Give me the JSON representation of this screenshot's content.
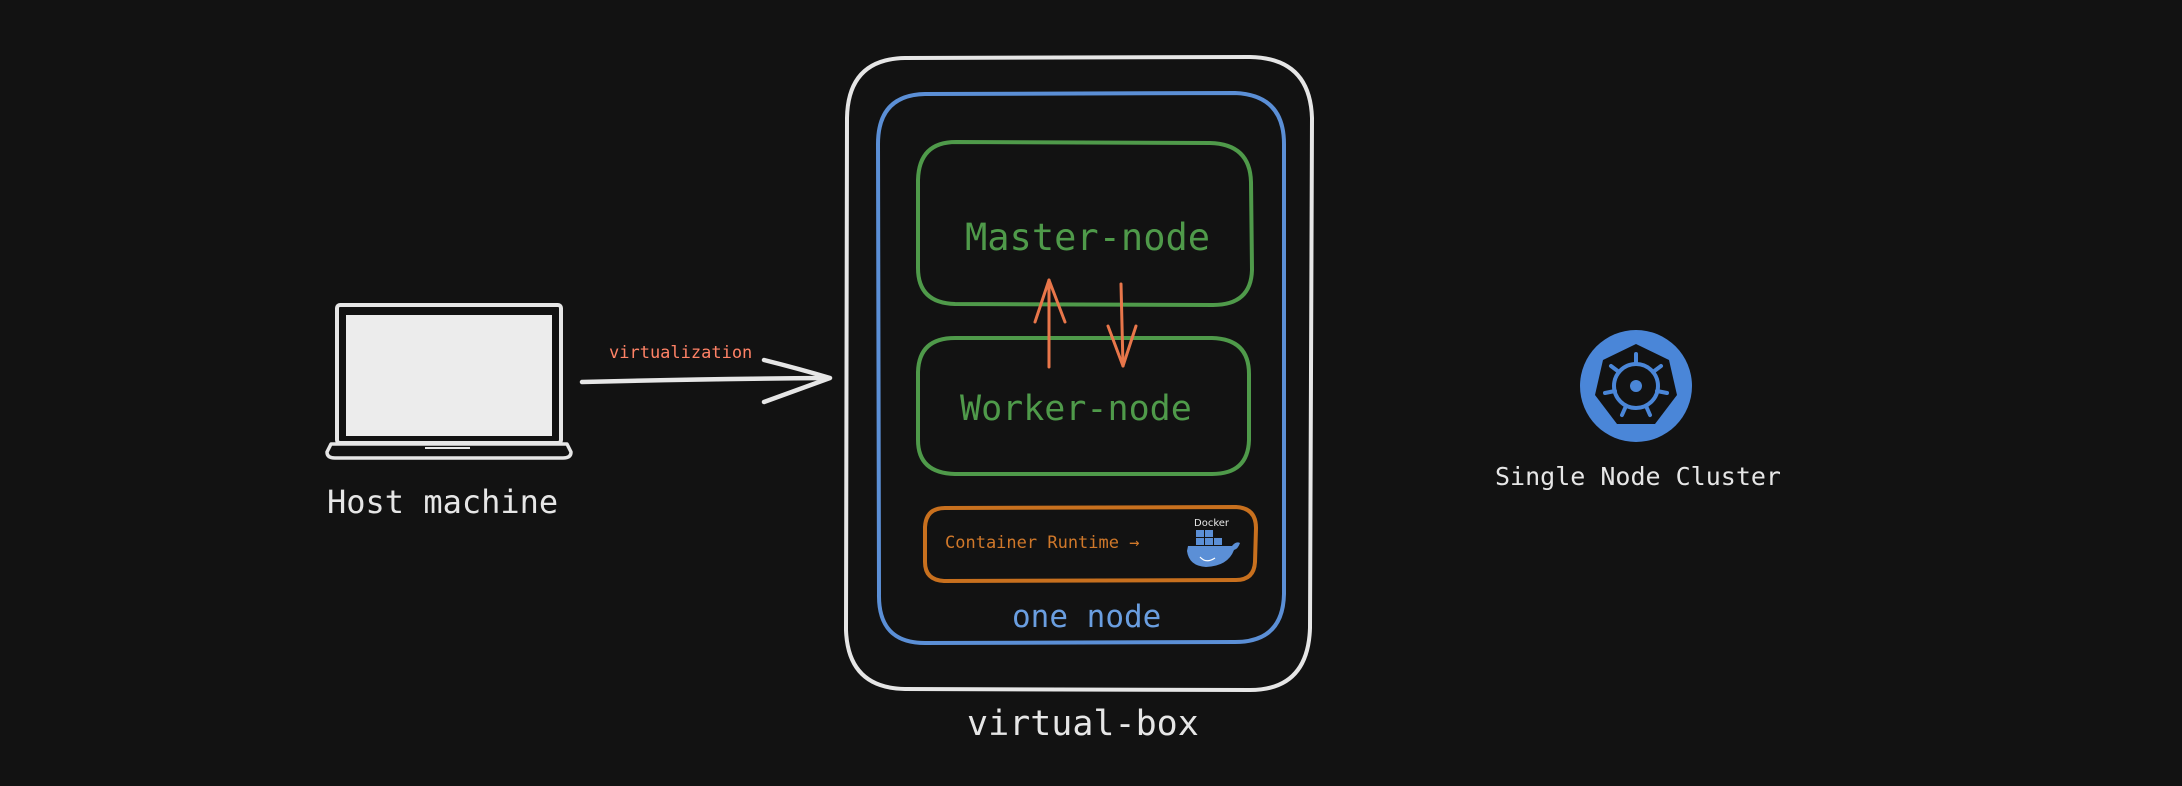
{
  "diagram": {
    "host_machine": {
      "label": "Host machine",
      "icon": "laptop-icon"
    },
    "arrow": {
      "label": "virtualization"
    },
    "virtual_box": {
      "label": "virtual-box",
      "node": {
        "label": "one node",
        "master": {
          "label": "Master-node"
        },
        "worker": {
          "label": "Worker-node"
        },
        "runtime": {
          "label": "Container Runtime →",
          "docker_label": "Docker",
          "icon": "docker-whale-icon"
        }
      }
    },
    "cluster": {
      "label": "Single Node Cluster",
      "icon": "kubernetes-helm-icon"
    }
  },
  "colors": {
    "background": "#121212",
    "white_stroke": "#e6e6e6",
    "blue": "#5b8fd6",
    "green": "#4f9a4a",
    "orange_runtime": "#c8701e",
    "orange_arrow": "#e8764a",
    "virtualization_text": "#ff8266"
  }
}
